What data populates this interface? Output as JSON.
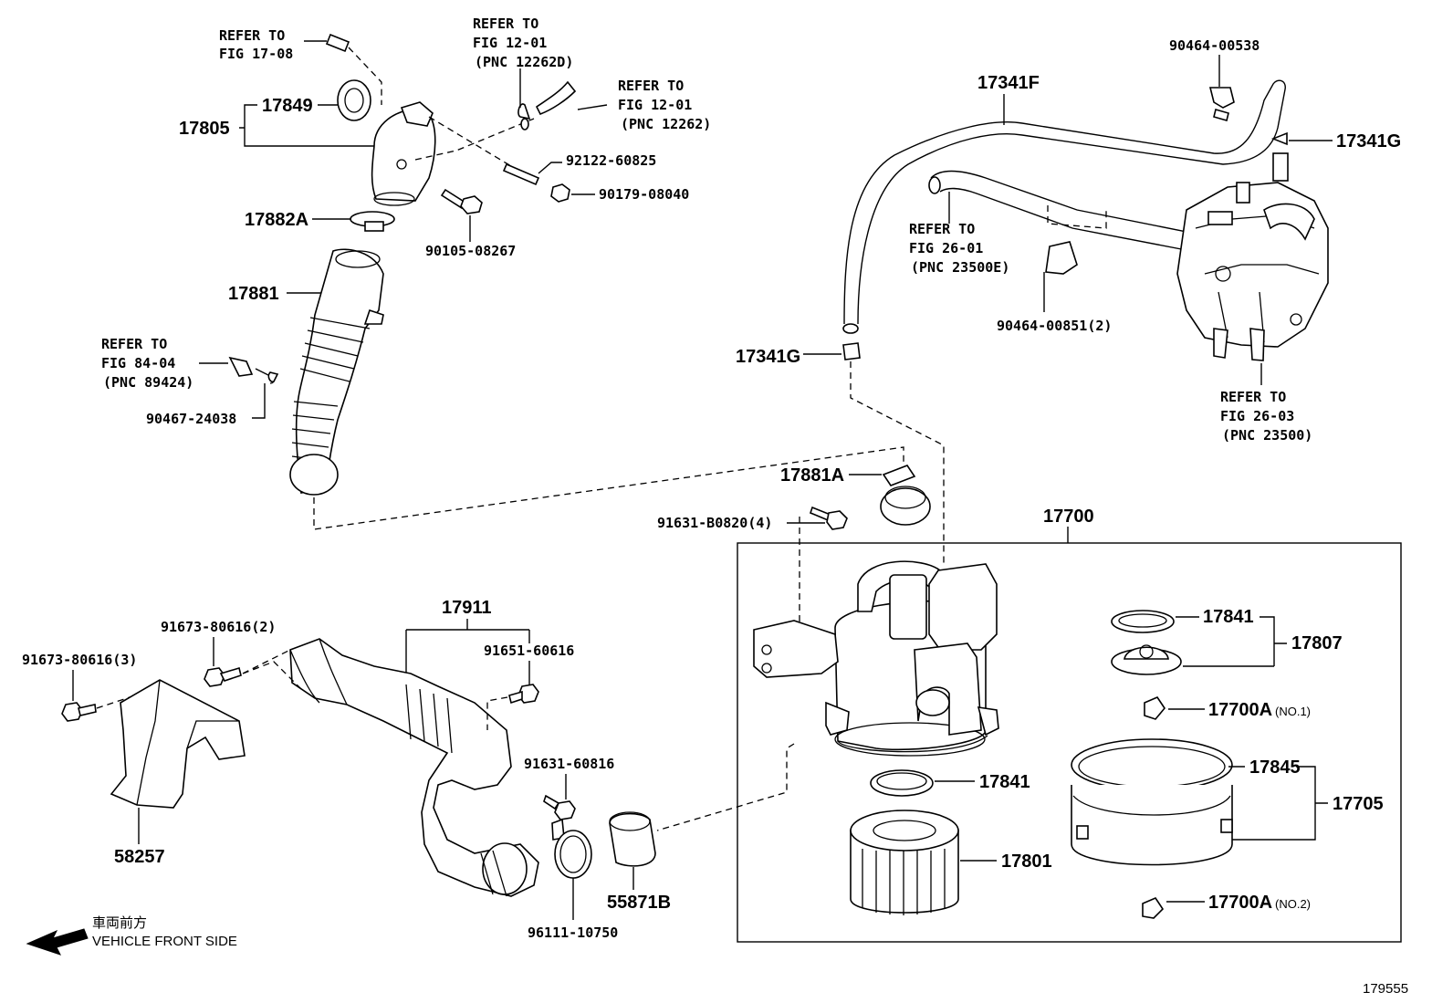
{
  "refs": {
    "r1708": [
      "REFER TO",
      "FIG 17-08"
    ],
    "r1201a": [
      "REFER TO",
      "FIG 12-01",
      "(PNC 12262D)"
    ],
    "r1201b": [
      "REFER TO",
      "FIG 12-01",
      "(PNC 12262)"
    ],
    "r8404": [
      "REFER TO",
      "FIG 84-04",
      "(PNC 89424)"
    ],
    "r2601": [
      "REFER TO",
      "FIG 26-01",
      "(PNC 23500E)"
    ],
    "r2603": [
      "REFER TO",
      "FIG 26-03",
      "(PNC 23500)"
    ]
  },
  "parts": {
    "p17849": "17849",
    "p17805": "17805",
    "p92122": "92122-60825",
    "p90179": "90179-08040",
    "p17882A": "17882A",
    "p90105": "90105-08267",
    "p17881": "17881",
    "p90467": "90467-24038",
    "p17341F": "17341F",
    "p90464a": "90464-00538",
    "p17341Ga": "17341G",
    "p90464b": "90464-00851(2)",
    "p17341Gb": "17341G",
    "p17881A": "17881A",
    "p91631b": "91631-B0820(4)",
    "p17700": "17700",
    "p17911": "17911",
    "p91673a": "91673-80616(2)",
    "p91673b": "91673-80616(3)",
    "p91651": "91651-60616",
    "p91631c": "91631-60816",
    "p58257": "58257",
    "p55871B": "55871B",
    "p96111": "96111-10750",
    "p17841a": "17841",
    "p17807": "17807",
    "p17700A1": "17700A",
    "p17700A1s": "(NO.1)",
    "p17845": "17845",
    "p17705": "17705",
    "p17841b": "17841",
    "p17801": "17801",
    "p17700A2": "17700A",
    "p17700A2s": "(NO.2)"
  },
  "footer": {
    "jp": "車両前方",
    "en": "VEHICLE FRONT SIDE",
    "id": "179555"
  }
}
